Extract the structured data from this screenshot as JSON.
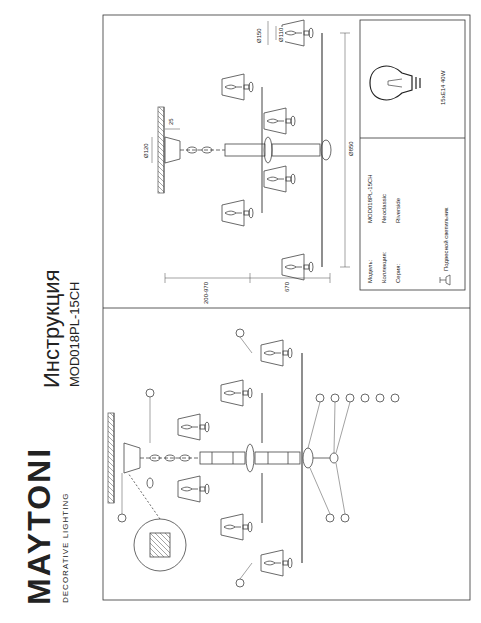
{
  "diagram": {
    "title": "Инструкция",
    "labels": [
      "MAYTONI",
      "DECORATIVE LIGHTING",
      "MOD018PL-15CH",
      "Ø150",
      "Ø110",
      "Ø120",
      "25",
      "200-970",
      "670",
      "Ø850",
      "Модель:",
      "MOD018PL-15CH",
      "Коллекция:",
      "Neoclassic",
      "Серия:",
      "Riverside",
      "Подвесной светильник",
      "15xE14 40W"
    ]
  }
}
